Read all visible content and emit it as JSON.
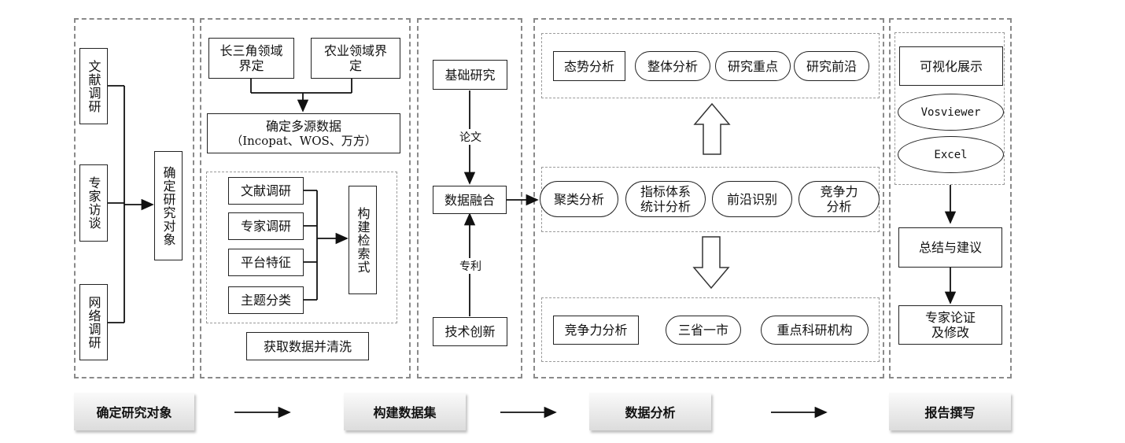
{
  "panel1": {
    "lit_research": "文献调研",
    "expert_interview": "专家访谈",
    "web_research": "网络调研",
    "define_object": "确定研究对象"
  },
  "panel2": {
    "yrd_domain": "长三角领域界定",
    "agri_domain": "农业领域界定",
    "multi_source_title": "确定多源数据",
    "multi_source_sub": "（Incopat、WOS、万方）",
    "lit_research": "文献调研",
    "expert_research": "专家调研",
    "platform_features": "平台特征",
    "topic_classification": "主题分类",
    "build_query": "构建检索式",
    "acquire_clean": "获取数据并清洗"
  },
  "panel3": {
    "basic_research": "基础研究",
    "papers": "论文",
    "data_fusion": "数据融合",
    "patents": "专利",
    "tech_innovation": "技术创新"
  },
  "panel4": {
    "trend_analysis": "态势分析",
    "overall_analysis": "整体分析",
    "research_focus": "研究重点",
    "research_frontier": "研究前沿",
    "cluster_analysis": "聚类分析",
    "index_stats_1": "指标体系",
    "index_stats_2": "统计分析",
    "frontier_identification": "前沿识别",
    "competitiveness_1": "竞争力",
    "competitiveness_2": "分析",
    "competitiveness_analysis": "竞争力分析",
    "three_provinces": "三省一市",
    "key_institutions": "重点科研机构"
  },
  "panel5": {
    "visualization": "可视化展示",
    "vosviewer": "Vosviewer",
    "excel": "Excel",
    "summary": "总结与建议",
    "expert_review_1": "专家论证",
    "expert_review_2": "及修改"
  },
  "stages": [
    "确定研究对象",
    "构建数据集",
    "数据分析",
    "报告撰写"
  ]
}
